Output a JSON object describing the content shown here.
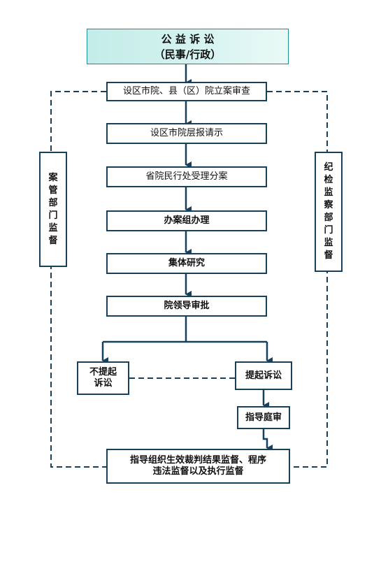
{
  "title": {
    "line1": "公 益 诉 讼",
    "line2": "（民事/行政）"
  },
  "steps": {
    "s1": "设区市院、县（区）院立案审查",
    "s2": "设区市院层报请示",
    "s3": "省院民行处受理分案",
    "s4": "办案组办理",
    "s5": "集体研究",
    "s6": "院领导审批"
  },
  "branches": {
    "no_suit_line1": "不提起",
    "no_suit_line2": "诉讼",
    "suit": "提起诉讼",
    "trial": "指导庭审"
  },
  "final": {
    "line1": "指导组织生效裁判结果监督、程序",
    "line2": "违法监督以及执行监督"
  },
  "side": {
    "left": [
      "案",
      "管",
      "部",
      "门",
      "监",
      "督"
    ],
    "right": [
      "纪",
      "检",
      "监",
      "察",
      "部",
      "门",
      "监",
      "督"
    ]
  },
  "colors": {
    "line": "#16405c",
    "title_fill": "#c3ece8",
    "title_border": "#1a8f96"
  }
}
